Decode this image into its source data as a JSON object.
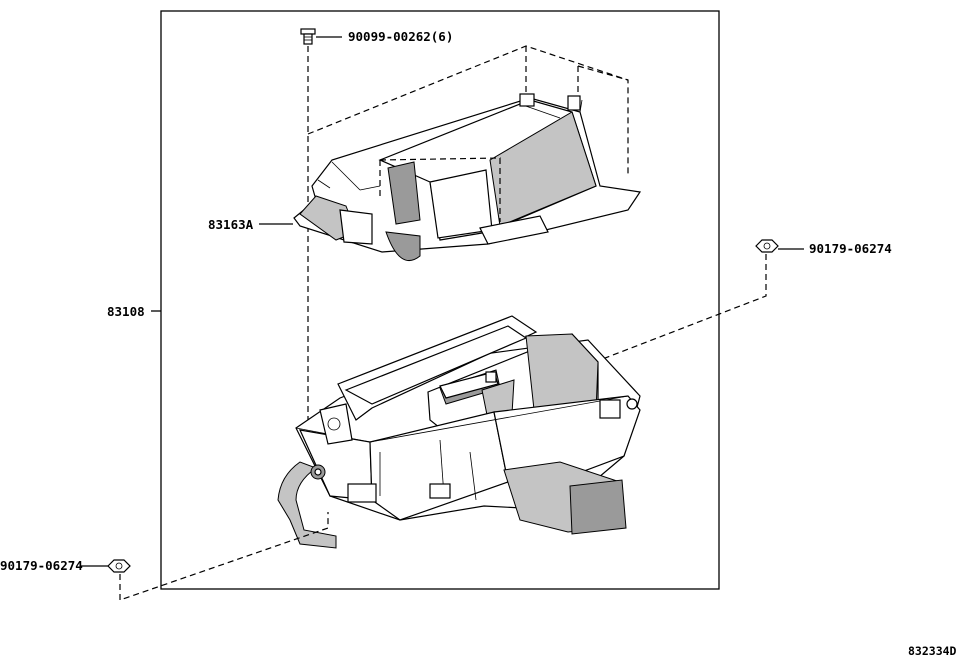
{
  "diagram": {
    "labels": {
      "screw": "90099-00262(6)",
      "lid": "83163A",
      "housing": "83108",
      "nut_right": "90179-06274",
      "nut_left": "90179-06274",
      "figure_code": "832334D"
    }
  }
}
